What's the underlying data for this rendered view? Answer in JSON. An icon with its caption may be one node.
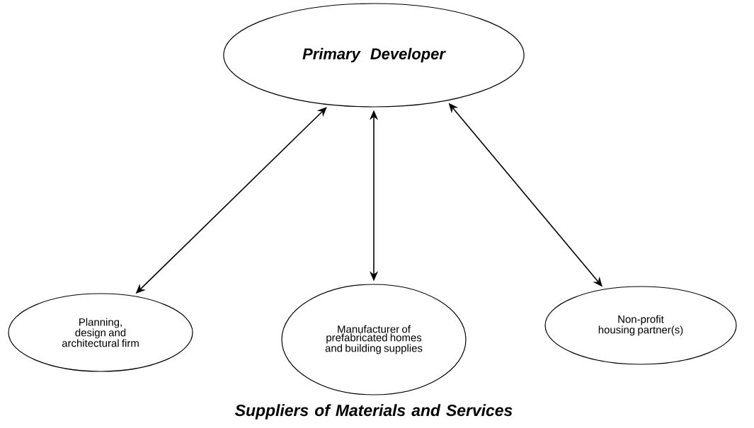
{
  "diagram": {
    "caption": "Suppliers of Materials and Services",
    "nodes": [
      {
        "text": [
          "Primary Developer"
        ]
      },
      {
        "text": [
          "Planning, design and architectural firm"
        ]
      },
      {
        "text": [
          "Manufacturer of prefabricated homes and building supplies"
        ]
      },
      {
        "text": [
          "Non-profit housing partner(s)"
        ]
      }
    ],
    "edges": [
      {
        "from": 0,
        "to": 1,
        "arrow": "both"
      },
      {
        "from": 0,
        "to": 2,
        "arrow": "both"
      },
      {
        "from": 0,
        "to": 3,
        "arrow": "both"
      }
    ]
  }
}
